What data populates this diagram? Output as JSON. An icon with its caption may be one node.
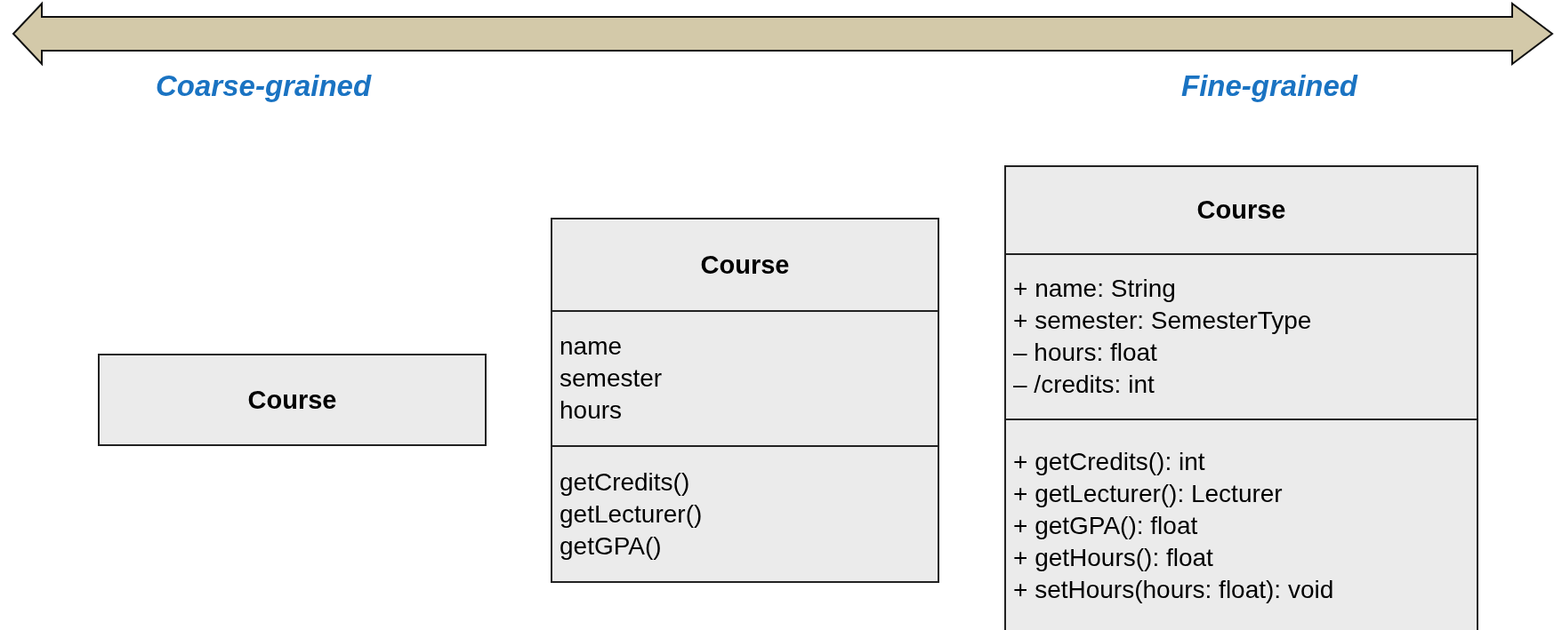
{
  "diagram": {
    "nodes": [
      {
        "text": [
          "Course"
        ]
      },
      {
        "text": [
          "Course",
          "name",
          "semester",
          "hours",
          "getCredits()",
          "getLecturer()",
          "getGPA()"
        ]
      },
      {
        "text": [
          "Course",
          "+ name: String",
          "+ semester: SemesterType",
          "– hours: float",
          "– /credits: int",
          "+ getCredits(): int",
          "+ getLecturer(): Lecturer",
          "+ getGPA(): float",
          "+ getHours(): float",
          "+ setHours(hours: float): void"
        ]
      }
    ],
    "edges": [],
    "labels": [
      "Coarse-grained",
      "Fine-grained"
    ]
  }
}
